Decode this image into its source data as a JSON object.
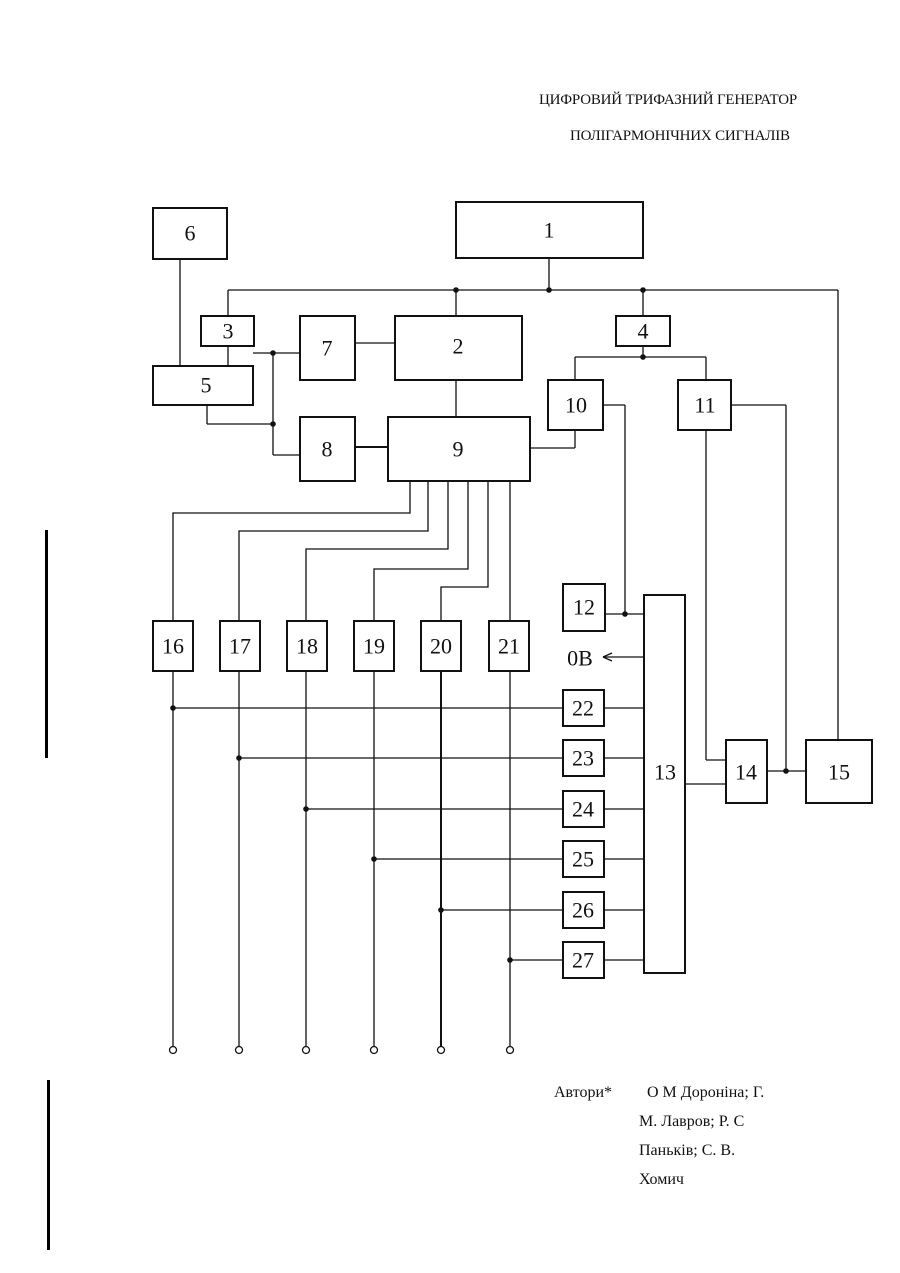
{
  "header": {
    "title_line1": "Цифровий трифазний генератор",
    "title_line2": "полігармонічних сигналів"
  },
  "diagram": {
    "blocks": {
      "b1": "1",
      "b2": "2",
      "b3": "3",
      "b4": "4",
      "b5": "5",
      "b6": "6",
      "b7": "7",
      "b8": "8",
      "b9": "9",
      "b10": "10",
      "b11": "11",
      "b12": "12",
      "b13": "13",
      "b14": "14",
      "b15": "15",
      "b16": "16",
      "b17": "17",
      "b18": "18",
      "b19": "19",
      "b20": "20",
      "b21": "21",
      "b22": "22",
      "b23": "23",
      "b24": "24",
      "b25": "25",
      "b26": "26",
      "b27": "27"
    },
    "ov_label": "0B"
  },
  "authors": {
    "label": "Автори*",
    "line1": "О М Дороніна; Г.",
    "line2": "М. Лавров; Р. С",
    "line3": "Паньків; С. В.",
    "line4": "Хомич"
  },
  "colors": {
    "ink": "#111111",
    "paper": "#ffffff"
  }
}
